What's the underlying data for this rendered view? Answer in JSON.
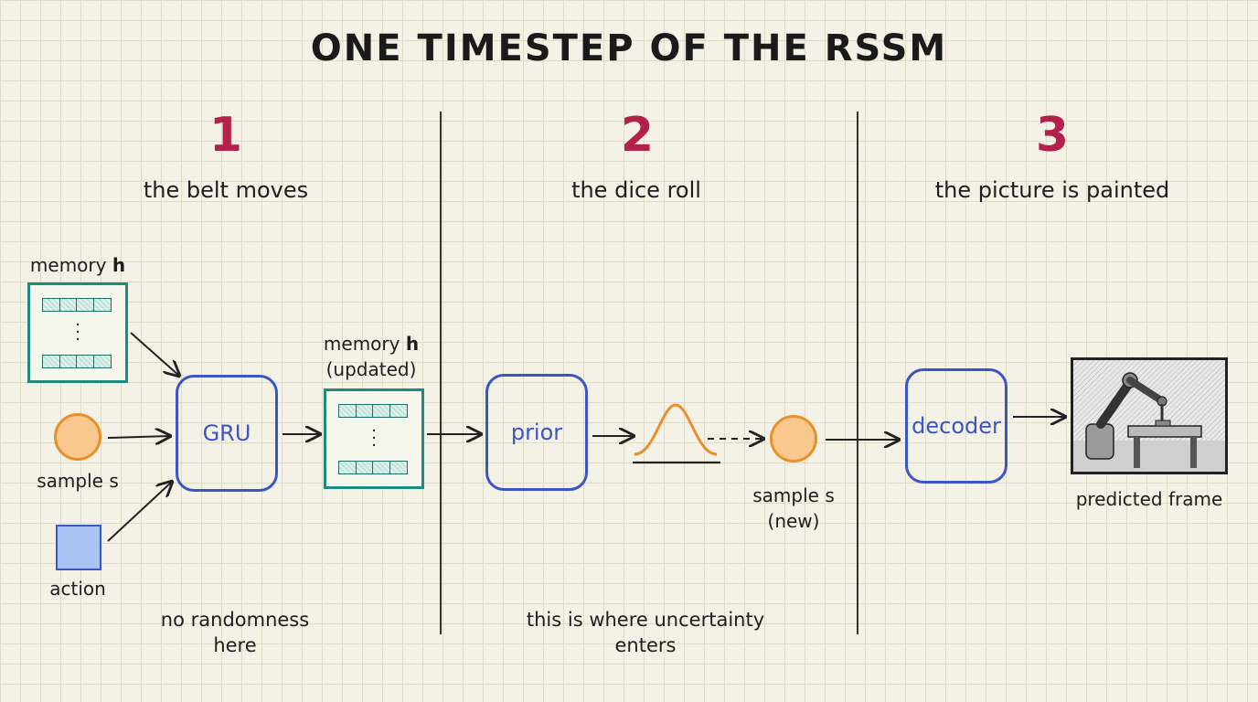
{
  "title": "ONE TIMESTEP OF THE RSSM",
  "stages": [
    {
      "number": "1",
      "caption": "the belt moves",
      "note": [
        "no randomness",
        "here"
      ]
    },
    {
      "number": "2",
      "caption": "the dice roll",
      "note": [
        "this is where uncertainty",
        "enters"
      ]
    },
    {
      "number": "3",
      "caption": "the picture is painted"
    }
  ],
  "stage1": {
    "memory_label": "memory",
    "memory_var": "h",
    "sample_label": "sample s",
    "action_label": "action",
    "gru_label": "GRU",
    "updated_memory_label": "memory",
    "updated_memory_var": "h",
    "updated_memory_sub": "(updated)"
  },
  "stage2": {
    "prior_label": "prior",
    "new_sample_label": "sample s",
    "new_sample_sub": "(new)"
  },
  "stage3": {
    "decoder_label": "decoder",
    "frame_label": "predicted frame"
  },
  "colors": {
    "accent_number": "#b3204a",
    "box_blue": "#3b55c4",
    "memory_teal": "#1f8a7e",
    "sample_orange": "#e8902a",
    "action_blue": "#a8c2f2"
  }
}
